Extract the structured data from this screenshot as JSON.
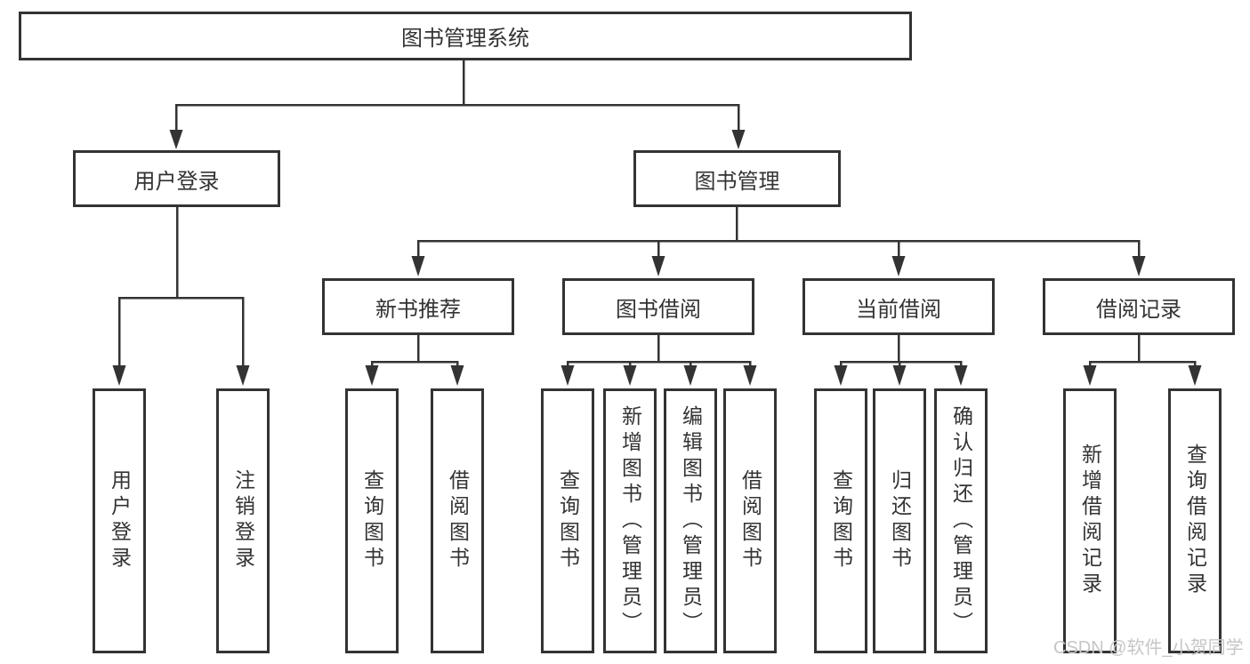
{
  "diagram": {
    "root": {
      "label": "图书管理系统"
    },
    "branches": [
      {
        "label": "用户登录",
        "children": [
          {
            "label": "用户登录"
          },
          {
            "label": "注销登录"
          }
        ]
      },
      {
        "label": "图书管理",
        "children": [
          {
            "label": "新书推荐",
            "children": [
              {
                "label": "查询图书"
              },
              {
                "label": "借阅图书"
              }
            ]
          },
          {
            "label": "图书借阅",
            "children": [
              {
                "label": "查询图书"
              },
              {
                "label": "新增图书（管理员）"
              },
              {
                "label": "编辑图书（管理员）"
              },
              {
                "label": "借阅图书"
              }
            ]
          },
          {
            "label": "当前借阅",
            "children": [
              {
                "label": "查询图书"
              },
              {
                "label": "归还图书"
              },
              {
                "label": "确认归还（管理员）"
              }
            ]
          },
          {
            "label": "借阅记录",
            "children": [
              {
                "label": "新增借阅记录"
              },
              {
                "label": "查询借阅记录"
              }
            ]
          }
        ]
      }
    ],
    "colors": {
      "line": "#333333",
      "box_border": "#333333",
      "box_fill": "#ffffff",
      "text": "#333333",
      "background": "#ffffff"
    }
  },
  "watermark": {
    "text": "CSDN @软件_小贺同学",
    "color": "#c6c6c6"
  }
}
